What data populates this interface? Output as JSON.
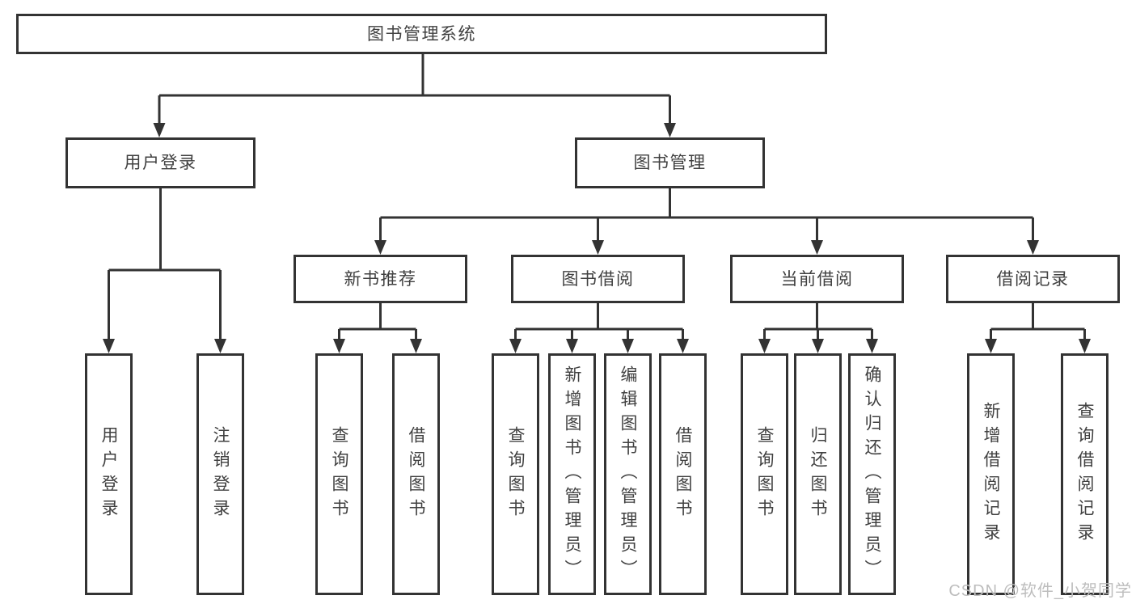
{
  "diagram_type": "hierarchy-flowchart",
  "tree": {
    "root": {
      "label": "图书管理系统"
    },
    "children": [
      {
        "label": "用户登录",
        "children": [
          {
            "label": "用户登录"
          },
          {
            "label": "注销登录"
          }
        ]
      },
      {
        "label": "图书管理",
        "children": [
          {
            "label": "新书推荐",
            "children": [
              {
                "label": "查询图书"
              },
              {
                "label": "借阅图书"
              }
            ]
          },
          {
            "label": "图书借阅",
            "children": [
              {
                "label": "查询图书"
              },
              {
                "label": "新增图书（管理员）"
              },
              {
                "label": "编辑图书（管理员）"
              },
              {
                "label": "借阅图书"
              }
            ]
          },
          {
            "label": "当前借阅",
            "children": [
              {
                "label": "查询图书"
              },
              {
                "label": "归还图书"
              },
              {
                "label": "确认归还（管理员）"
              }
            ]
          },
          {
            "label": "借阅记录",
            "children": [
              {
                "label": "新增借阅记录"
              },
              {
                "label": "查询借阅记录"
              }
            ]
          }
        ]
      }
    ]
  },
  "watermark": {
    "text": "CSDN @软件_小贺同学"
  },
  "colors": {
    "line": "#333333",
    "box_border": "#333333",
    "text": "#404040",
    "watermark": "#bdbdbd",
    "background": "#ffffff"
  }
}
